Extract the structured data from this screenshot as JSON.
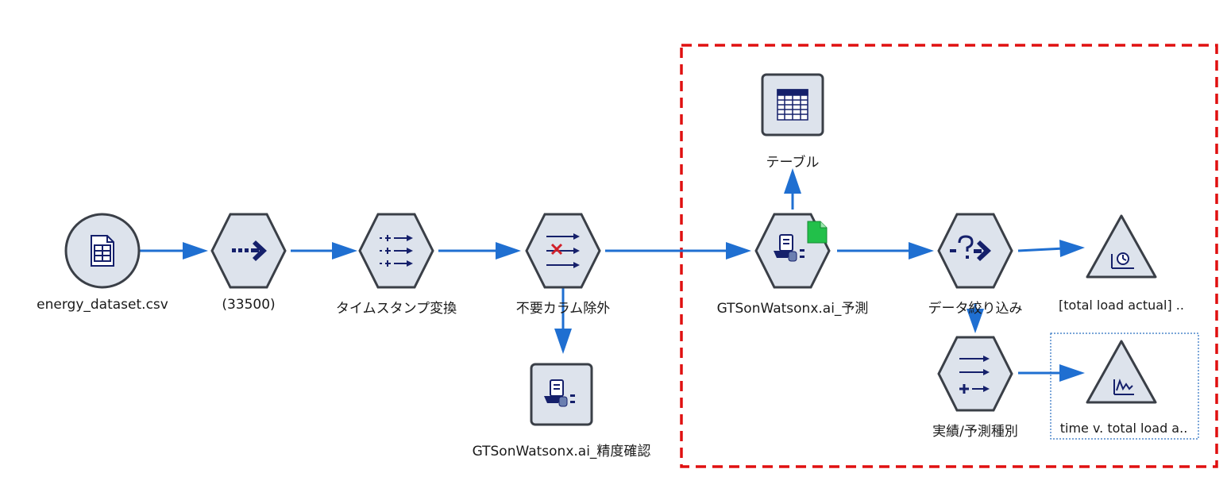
{
  "nodes": {
    "source": {
      "label": "energy_dataset.csv",
      "icon": "csv-file-icon",
      "shape": "circle"
    },
    "sample": {
      "label": "(33500)",
      "icon": "dotted-arrow-icon",
      "shape": "hexagon"
    },
    "timestamp": {
      "label": "タイムスタンプ変換",
      "icon": "derive-arrows-icon",
      "shape": "hexagon"
    },
    "filter_cols": {
      "label": "不要カラム除外",
      "icon": "filter-x-icon",
      "shape": "hexagon"
    },
    "model_accuracy": {
      "label": "GTSonWatsonx.ai_精度確認",
      "icon": "model-nugget-icon",
      "shape": "square"
    },
    "model_predict": {
      "label": "GTSonWatsonx.ai_予測",
      "icon": "model-nugget-icon",
      "shape": "hexagon"
    },
    "table": {
      "label": "テーブル",
      "icon": "table-grid-icon",
      "shape": "square"
    },
    "select": {
      "label": "データ絞り込み",
      "icon": "select-question-icon",
      "shape": "hexagon"
    },
    "time_plot_1": {
      "label": "[total load actual] ..",
      "icon": "time-plot-icon",
      "shape": "triangle"
    },
    "type": {
      "label": "実績/予測種別",
      "icon": "append-plus-icon",
      "shape": "hexagon"
    },
    "time_plot_2": {
      "label": "time v. total load a..",
      "icon": "line-chart-icon",
      "shape": "triangle"
    }
  },
  "colors": {
    "arrow": "#1f6fd1",
    "node_fill": "#dde3ec",
    "node_stroke": "#3a3f47",
    "icon": "#15206b",
    "highlight_box": "#e01010",
    "selection_box": "#2a6fc0",
    "badge": "#22c04a"
  }
}
